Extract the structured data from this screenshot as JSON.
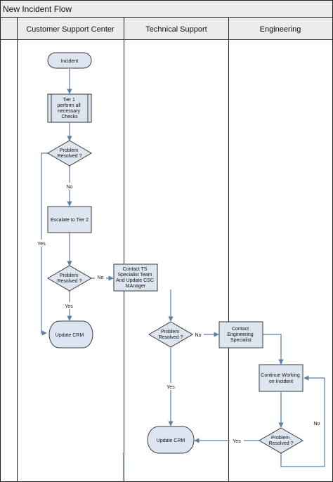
{
  "title": "New Incident Flow",
  "lanes": [
    "Customer Support Center",
    "Technical Support",
    "Engineering"
  ],
  "nodes": {
    "incident": [
      "Incident"
    ],
    "tier1": [
      "Tier 1",
      "perform all",
      "necessary",
      "Checks"
    ],
    "resolved1": [
      "Problem",
      "Resolved ?"
    ],
    "escalate": [
      "Escalate to Tier 2"
    ],
    "resolved2": [
      "Problem",
      "Resolved ?"
    ],
    "update_crm_csc": [
      "Update CRM"
    ],
    "contact_ts": [
      "Contact TS",
      "Specialist Team",
      "And Update CSC",
      "MAnager"
    ],
    "resolved3": [
      "Problem",
      "Resolved ?"
    ],
    "contact_eng": [
      "Contact",
      "Engineering",
      "Specialist"
    ],
    "continue": [
      "Continue Working",
      "on Incident"
    ],
    "resolved4": [
      "Problem",
      "Resolved ?"
    ],
    "update_crm_ts": [
      "Update CRM"
    ]
  },
  "edge_labels": {
    "no_1": "No",
    "yes_1": "Yes",
    "no_2": "No",
    "yes_2": "Yes",
    "no_3": "No",
    "yes_3": "Yes",
    "yes_4": "Yes",
    "no_4": "No"
  },
  "colors": {
    "shape_fill": "#dde5f0",
    "header_fill": "#ececec",
    "edge": "#5b7fa6",
    "border": "#222222"
  }
}
